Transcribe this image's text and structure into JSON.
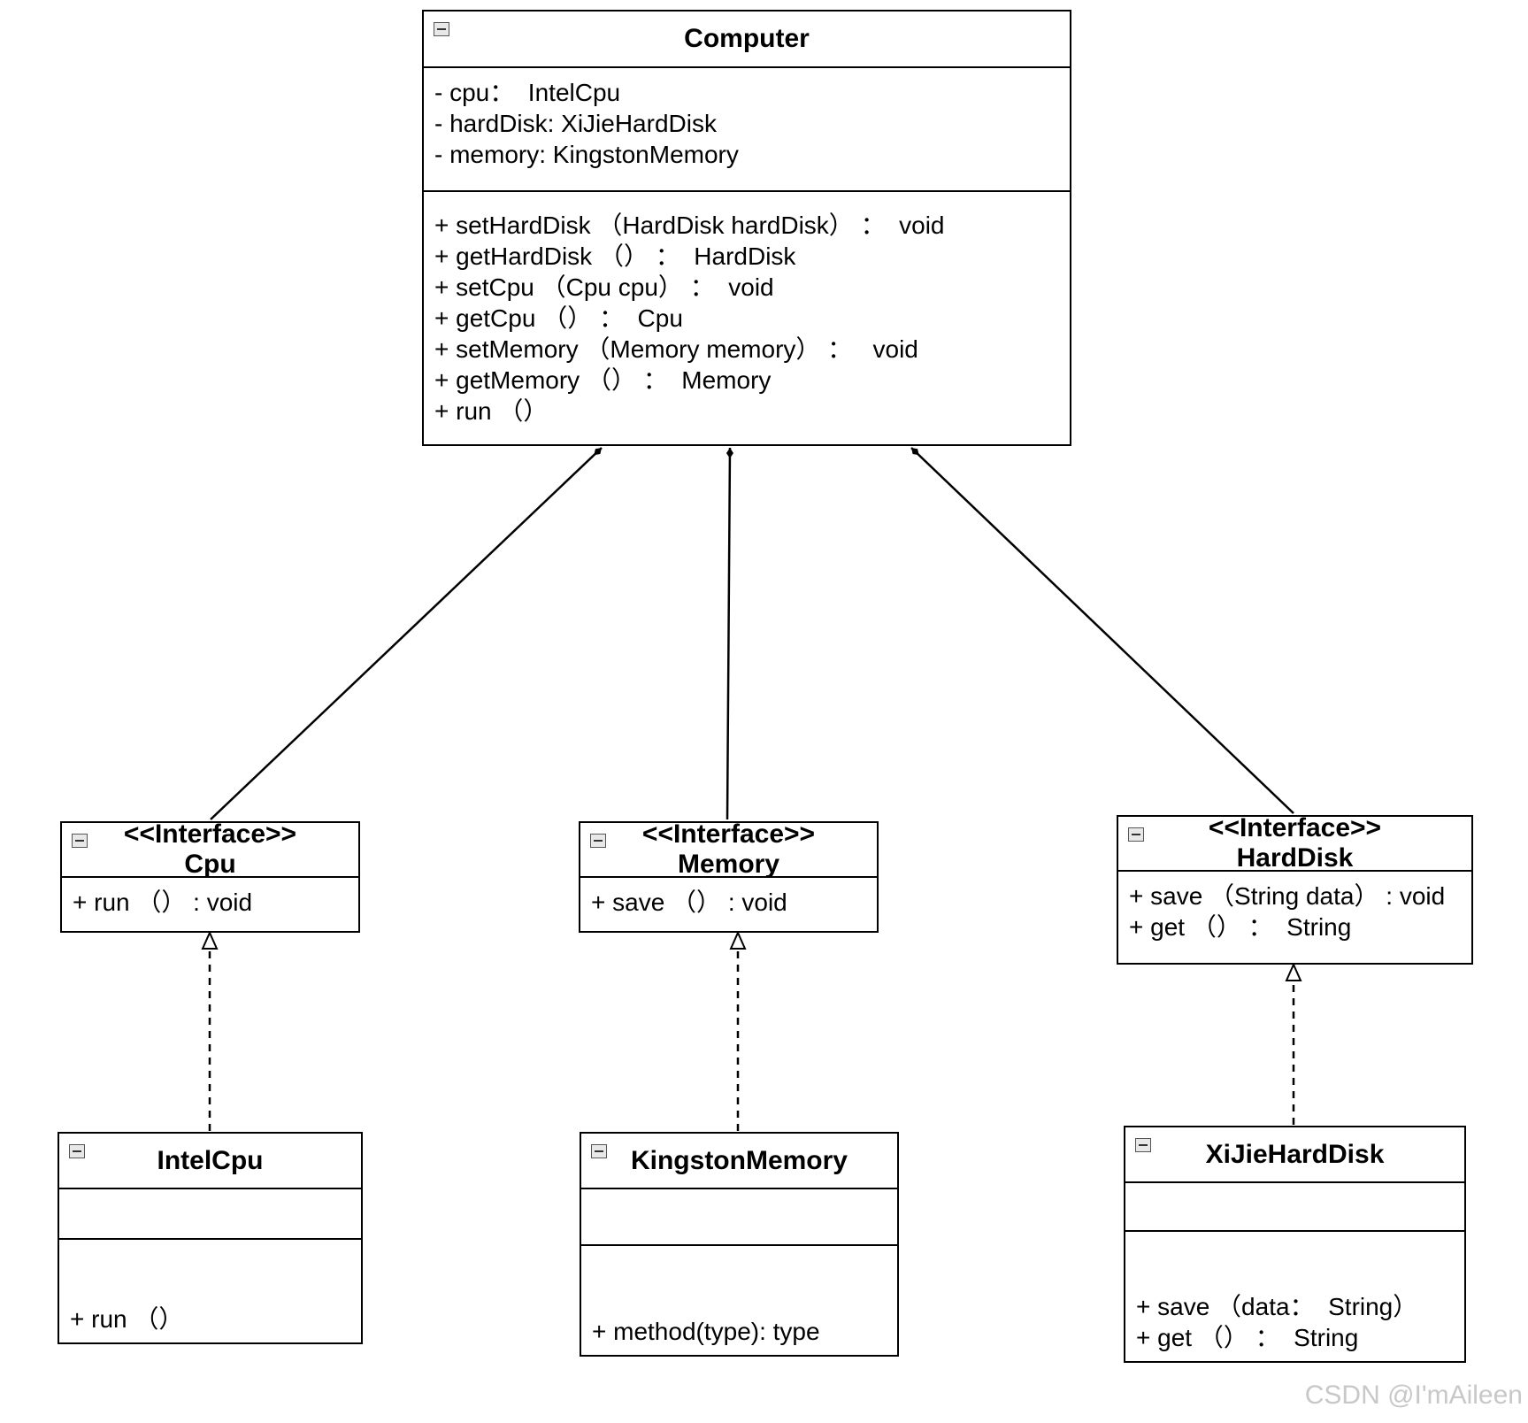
{
  "computer": {
    "name": "Computer",
    "attributes": [
      "- cpu：  IntelCpu",
      "- hardDisk: XiJieHardDisk",
      "- memory: KingstonMemory"
    ],
    "operations": [
      "+ setHardDisk （HardDisk hardDisk） ：  void",
      "+ getHardDisk （） ：  HardDisk",
      "+ setCpu （Cpu cpu） ：  void",
      "+ getCpu （） ：  Cpu",
      "+ setMemory （Memory memory） ：   void",
      "+ getMemory （） ：  Memory",
      "+ run （）"
    ]
  },
  "cpu_interface": {
    "stereotype": "<<Interface>>",
    "name": "Cpu",
    "operations": [
      "+ run （） : void"
    ]
  },
  "memory_interface": {
    "stereotype": "<<Interface>>",
    "name": "Memory",
    "operations": [
      "+ save （） : void"
    ]
  },
  "harddisk_interface": {
    "stereotype": "<<Interface>>",
    "name": "HardDisk",
    "operations": [
      "+ save （String data） : void",
      "+ get （） ：  String"
    ]
  },
  "intelcpu": {
    "name": "IntelCpu",
    "operations": [
      "+ run （）"
    ]
  },
  "kingstonmemory": {
    "name": "KingstonMemory",
    "operations": [
      "+ method(type): type"
    ]
  },
  "xijieharddisk": {
    "name": "XiJieHardDisk",
    "operations": [
      "+ save （data：  String）",
      "+ get （） ：  String"
    ]
  },
  "relationships": [
    {
      "type": "composition",
      "whole": "Computer",
      "part": "Cpu"
    },
    {
      "type": "composition",
      "whole": "Computer",
      "part": "Memory"
    },
    {
      "type": "composition",
      "whole": "Computer",
      "part": "HardDisk"
    },
    {
      "type": "realization",
      "from": "IntelCpu",
      "to": "Cpu"
    },
    {
      "type": "realization",
      "from": "KingstonMemory",
      "to": "Memory"
    },
    {
      "type": "realization",
      "from": "XiJieHardDisk",
      "to": "HardDisk"
    }
  ],
  "watermark": "CSDN @I'mAileen"
}
